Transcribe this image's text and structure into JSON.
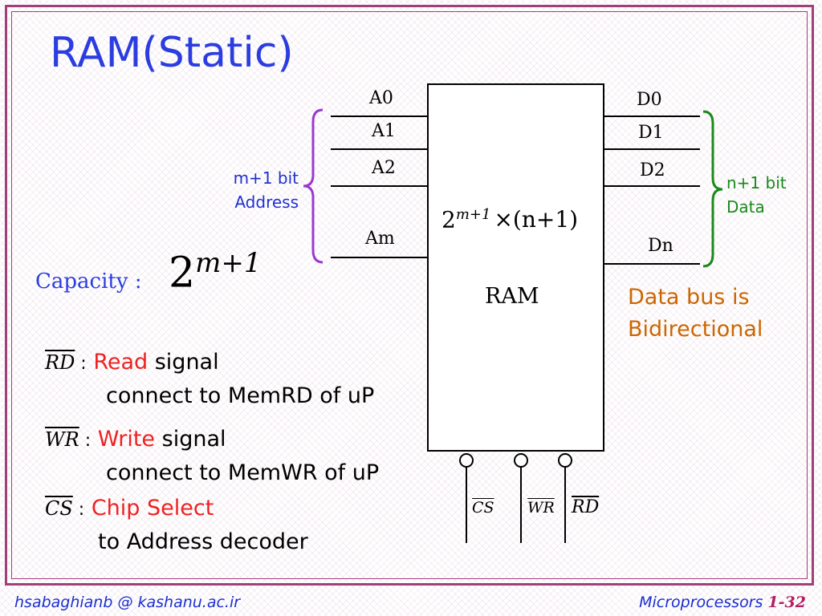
{
  "slide": {
    "title": "RAM(Static)",
    "footer_left": "hsabaghianb @ kashanu.ac.ir",
    "footer_course": "Microprocessors",
    "footer_page": "1-32"
  },
  "diagram": {
    "chip": {
      "label": "RAM",
      "size_base": "2",
      "size_exp": "m+1",
      "size_rest": "×(n+1)"
    },
    "address_pins": [
      "A0",
      "A1",
      "A2",
      "Am"
    ],
    "data_pins": [
      "D0",
      "D1",
      "D2",
      "Dn"
    ],
    "address_label_line1": "m+1 bit",
    "address_label_line2": "Address",
    "data_label_line1": "n+1 bit",
    "data_label_line2": "Data",
    "control_pins": [
      "CS",
      "WR",
      "RD"
    ],
    "bidirectional_line1": "Data bus is",
    "bidirectional_line2": "Bidirectional"
  },
  "capacity": {
    "label": "Capacity :",
    "base": "2",
    "exp": "m+1"
  },
  "signals": [
    {
      "name": "RD",
      "colon": " :",
      "highlight": "Read",
      "rest": " signal",
      "line2": "connect to MemRD of uP"
    },
    {
      "name": "WR",
      "colon": " :",
      "highlight": "Write",
      "rest": " signal",
      "line2": "connect to MemWR of uP"
    },
    {
      "name": "CS",
      "colon": " :",
      "highlight": "Chip Select",
      "rest": "",
      "line2": "to  Address decoder"
    }
  ],
  "colors": {
    "title": "#2b3de0",
    "address_brace": "#9a3ad0",
    "data_brace": "#1a8a1a",
    "highlight": "#ee2222",
    "bidirectional": "#cc6600",
    "frame": "#a0407a"
  }
}
